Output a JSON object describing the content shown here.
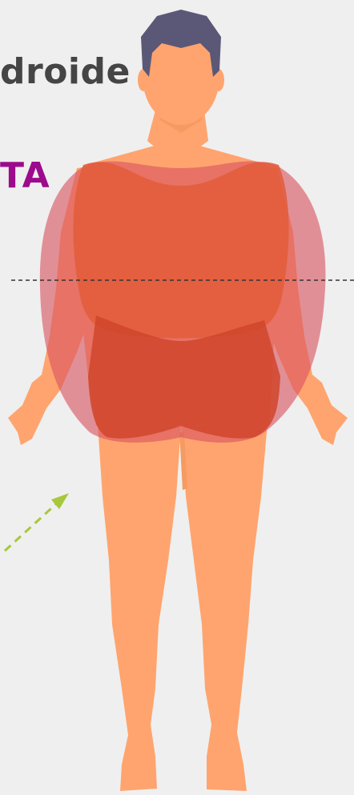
{
  "labels": {
    "top": "droide",
    "middle": "TA"
  },
  "colors": {
    "background": "#efefef",
    "skin": "#ffa46e",
    "skin_shadow": "#f59a61",
    "hair": "#5b5877",
    "body_fat_overlay": "#d9545f",
    "torso_fat_overlay": "#e25c3a",
    "hip_fat_overlay": "#d0452c",
    "label_top": "#454545",
    "label_middle": "#9c0b8c",
    "guide_line": "#333333",
    "arrow": "#a7c83c"
  },
  "icons": {
    "figure": "human-body-apple-shape",
    "arrow": "dashed-arrow-icon"
  }
}
